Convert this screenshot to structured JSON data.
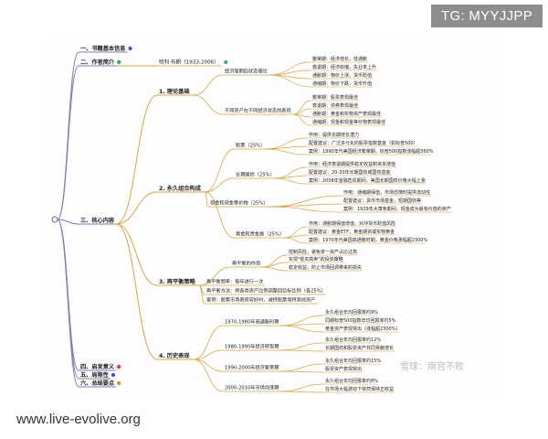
{
  "watermarks": {
    "top_right": "TG: MYYJJPP",
    "bottom_left": "www.live-evolive.org",
    "snowball": "雪球：南宫不败"
  },
  "colors": {
    "root_line": "#8a7ab8",
    "branch_line": "#e0a43c",
    "text": "#222222",
    "dot_blue": "#3d5bd9",
    "dot_green": "#28b463",
    "dot_red": "#d04040",
    "dot_orange": "#e09030"
  },
  "left_nodes": [
    {
      "label": "一、书籍基本信息",
      "dot": "blue"
    },
    {
      "label": "二、作者简介",
      "dot": "green"
    },
    {
      "label": "三、核心内容",
      "dot": "none"
    },
    {
      "label": "四、启发意义",
      "dot": "red"
    },
    {
      "label": "五、局限性",
      "dot": "blue"
    },
    {
      "label": "六、总结要点",
      "dot": "orange"
    }
  ],
  "author": "哈利·布朗（1933-2006）",
  "sections": [
    {
      "label": "1. 理论基础",
      "items": [
        {
          "label": "经济周期四状态理论",
          "leaves": [
            "繁荣期：经济增长，低通胀",
            "衰退期：经济收缩，失业率上升",
            "通胀期：物价上涨，货币贬值",
            "通缩期：物价下跌，货币升值"
          ]
        },
        {
          "label": "不同资产在不同经济状态的表现",
          "leaves": [
            "繁荣期：股票表现最佳",
            "衰退期：债券表现最佳",
            "通胀期：黄金和实物资产表现最佳",
            "通缩期：现金和现金等价物表现最佳"
          ]
        }
      ]
    },
    {
      "label": "2. 永久组合构成",
      "items": [
        {
          "label": "股票（25%）",
          "leaves": [
            "作用：提供长期增长潜力",
            "配置建议：广泛多元化的股票指数基金（如标普500）",
            "案例：1990年代美国经济繁荣期，标普500指数涨幅超360%"
          ]
        },
        {
          "label": "长期国债（25%）",
          "leaves": [
            "作用：经济衰退期提供稳定收益和资本增值",
            "配置建议：20-30年长期国债或国债基金",
            "案例：2008年金融危机期间，美国长期国债价格大幅上涨"
          ]
        },
        {
          "label": "现金和现金等价物（25%）",
          "leaves": [
            "作用：通缩期保值，市场恐慌时提供流动性",
            "配置建议：货币市场基金，短期国债等",
            "案例：1929年大萧条期间，现金成为最有价值的资产"
          ]
        },
        {
          "label": "黄金和贵金属（25%）",
          "leaves": [
            "作用：通胀期保值增值，对冲货币贬值风险",
            "配置建议：黄金ETF，黄金期货或实物黄金",
            "案例：1970年代美国高通胀时期，黄金价格涨幅超2300%"
          ]
        }
      ]
    },
    {
      "label": "3. 再平衡策略",
      "items": [
        {
          "label": "再平衡的作用",
          "leaves": [
            "控制风险，避免单一资产占比过高",
            "实现\"低买高卖\"的投资策略",
            "稳定收益，防止市场回调带来的损失"
          ]
        },
        {
          "label": "再平衡频率：每年进行一次",
          "leaves": []
        },
        {
          "label": "再平衡方法：将各类资产比例调整回目标比例（各25%）",
          "leaves": []
        },
        {
          "label": "案例：股票市场表现较好时，减持股票增持其他资产",
          "leaves": []
        }
      ]
    },
    {
      "label": "4. 历史表现",
      "items": [
        {
          "label": "1970-1980年高通胀时期",
          "leaves": [
            "永久组合年均回报率约9%",
            "同期标普500指数年均回报率约5%",
            "黄金资产表现突出（涨幅超2300%）"
          ]
        },
        {
          "label": "1980-1990年经济转型期",
          "leaves": [
            "永久组合年均回报率约12%",
            "长期国债和股票资产共同贡献增长"
          ]
        },
        {
          "label": "1990-2000年经济繁荣期",
          "leaves": [
            "永久组合年均回报率约15%",
            "股票资产表现突出"
          ]
        },
        {
          "label": "2000-2010年市场动荡期",
          "leaves": [
            "永久组合年均回报率约8%",
            "在市场大幅波动下依然保持正收益"
          ]
        }
      ]
    }
  ]
}
